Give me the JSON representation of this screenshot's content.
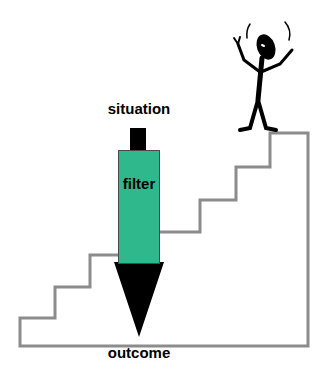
{
  "diagram": {
    "nodes": [
      {
        "text": [
          "filter"
        ]
      }
    ],
    "labels": [
      "situation",
      "outcome"
    ]
  }
}
